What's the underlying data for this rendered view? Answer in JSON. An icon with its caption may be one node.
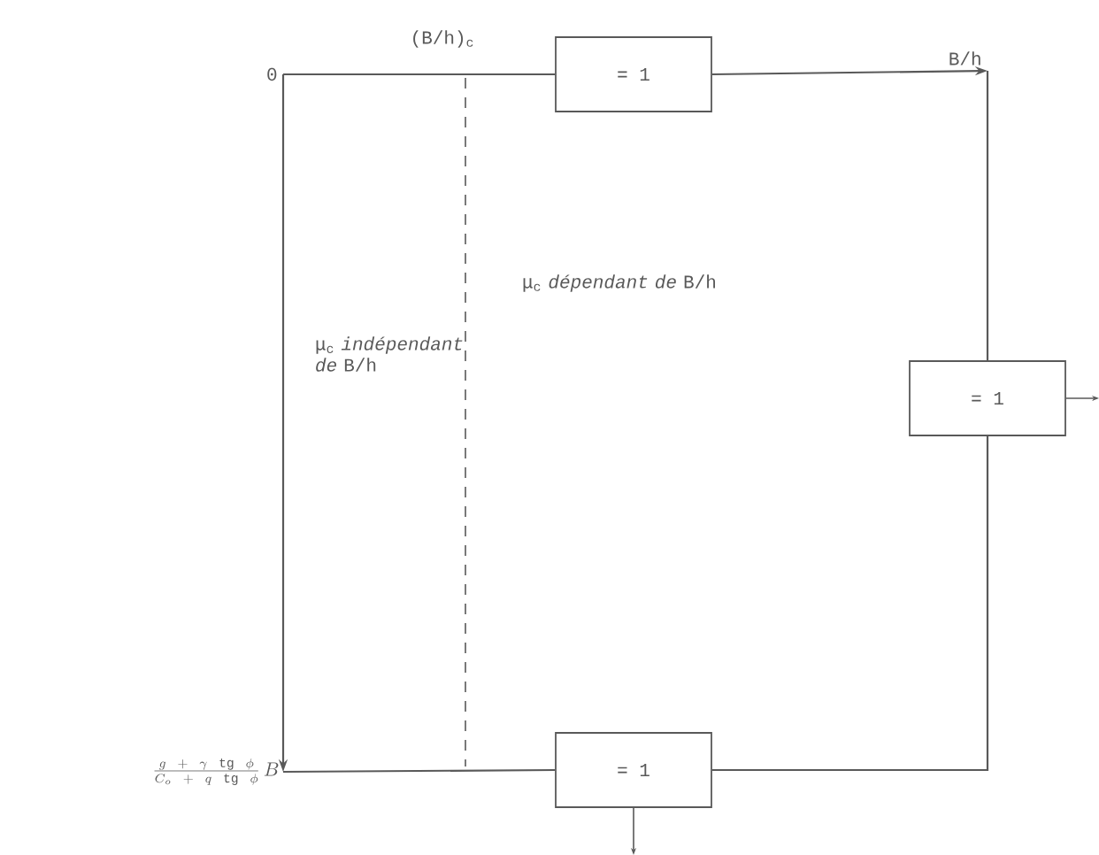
{
  "diagram": {
    "nodes": [
      {
        "text": [
          "0"
        ]
      },
      {
        "text": [
          "= 1"
        ]
      },
      {
        "text": [
          "B/h"
        ]
      },
      {
        "text": [
          "= 1"
        ]
      },
      {
        "text": [
          "= 1"
        ]
      },
      {
        "text": [
          "\\frac{g\\ +\\ \\gamma\\ \\mathrm{tg}\\ \\phi}{C_o\\ +\\ q\\ \\mathrm{tg}\\ \\phi}\\,B"
        ]
      }
    ],
    "edges": [
      {
        "from": 0,
        "to": 1,
        "arrow": "none"
      },
      {
        "from": 1,
        "to": 2,
        "arrow": "to"
      },
      {
        "from": 2,
        "to": 3,
        "arrow": "none"
      },
      {
        "from": 3,
        "to": 4,
        "arrow": "none"
      },
      {
        "from": 4,
        "to": 5,
        "arrow": "none"
      },
      {
        "from": 0,
        "to": 5,
        "arrow": "to"
      },
      {
        "from": 3,
        "to": null,
        "arrow": "to"
      },
      {
        "from": 4,
        "to": null,
        "arrow": "to"
      }
    ],
    "labels": [
      "(B/h)$_{c}$",
      "μ$_{c}$ *indépendant de* B/h",
      "μ$_{c}$ *dépendant de* B/h"
    ]
  }
}
